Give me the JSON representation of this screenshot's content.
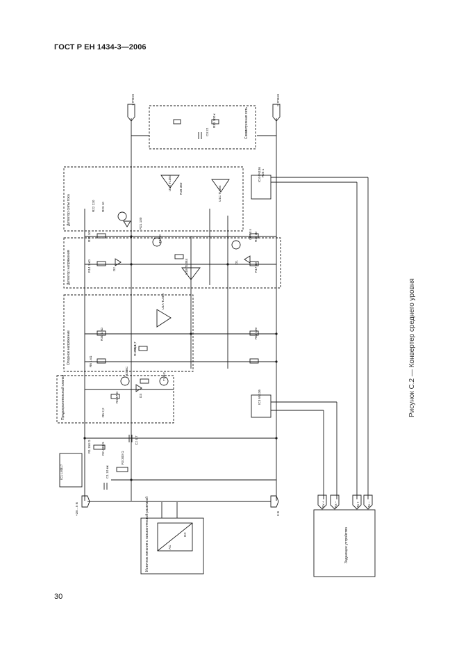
{
  "header": {
    "standard": "ГОСТ Р ЕН 1434-3—2006"
  },
  "page": {
    "number": "30"
  },
  "figure": {
    "caption": "Рисунок С.2 — Конвертер среднего уровня"
  },
  "terminals": {
    "mbus_plus": "M-Bus +",
    "mbus_minus": "M-Bus C",
    "rx_plus": "Rx +",
    "rx_minus": "Rx –",
    "tx_plus": "Tx +",
    "tx_minus": "Tx –",
    "supply_plus": "+2В…5 В",
    "gnd": "0 В"
  },
  "blocks": {
    "power_supply": "Источник питания с гальванической развязкой",
    "controller": "Задающее устройство",
    "symmetry": "Симметричная сеть",
    "current_detector": "Детектор силы тока",
    "voltage_detector": "Детектор напряжения",
    "reference": "Опорное напряжение",
    "protection": "Предохранительный клапан"
  },
  "components": [
    {
      "ref": "R1",
      "value": "150 Ω"
    },
    {
      "ref": "R2",
      "value": "400 Ω"
    },
    {
      "ref": "R3",
      "value": "300 Ω"
    },
    {
      "ref": "R4",
      "value": "47 Ω"
    },
    {
      "ref": "R5",
      "value": "2,2"
    },
    {
      "ref": "R6",
      "value": "1 кΩ"
    },
    {
      "ref": "R9",
      "value": "4,7"
    },
    {
      "ref": "R10",
      "value": "5,6"
    },
    {
      "ref": "R11",
      "value": "100"
    },
    {
      "ref": "R12",
      "value": "10"
    },
    {
      "ref": "R14",
      "value": "1 кΩ"
    },
    {
      "ref": "R17",
      "value": "10"
    },
    {
      "ref": "R19",
      "value": "10"
    },
    {
      "ref": "R21",
      "value": "100"
    },
    {
      "ref": "R22",
      "value": "220"
    },
    {
      "ref": "R23",
      "value": "10"
    },
    {
      "ref": "R25",
      "value": "1"
    },
    {
      "ref": "R28",
      "value": "360"
    },
    {
      "ref": "R30",
      "value": "1 кΩ"
    },
    {
      "ref": "R31",
      "value": "100 к"
    },
    {
      "ref": "C1",
      "value": "10 мк"
    },
    {
      "ref": "C2",
      "value": "4,7"
    },
    {
      "ref": "C3",
      "value": "22"
    },
    {
      "ref": "C6",
      "value": "10 n"
    },
    {
      "ref": "IC1",
      "value": "LM317"
    },
    {
      "ref": "IC3",
      "value": "6N136"
    },
    {
      "ref": "IC4",
      "value": "6N136"
    },
    {
      "ref": "U1A",
      "value": "TL084"
    },
    {
      "ref": "U1B",
      "value": "TL084"
    },
    {
      "ref": "U1C",
      "value": "TL084"
    },
    {
      "ref": "U1D",
      "value": "TL084"
    },
    {
      "ref": "T1",
      "value": "BC"
    },
    {
      "ref": "T2",
      "value": "BC"
    },
    {
      "ref": "T3",
      "value": "BC"
    },
    {
      "ref": "D1",
      "value": ""
    },
    {
      "ref": "D2",
      "value": ""
    },
    {
      "ref": "D3",
      "value": ""
    }
  ],
  "psu_labels": {
    "ac": "AC",
    "dc": "DC"
  }
}
